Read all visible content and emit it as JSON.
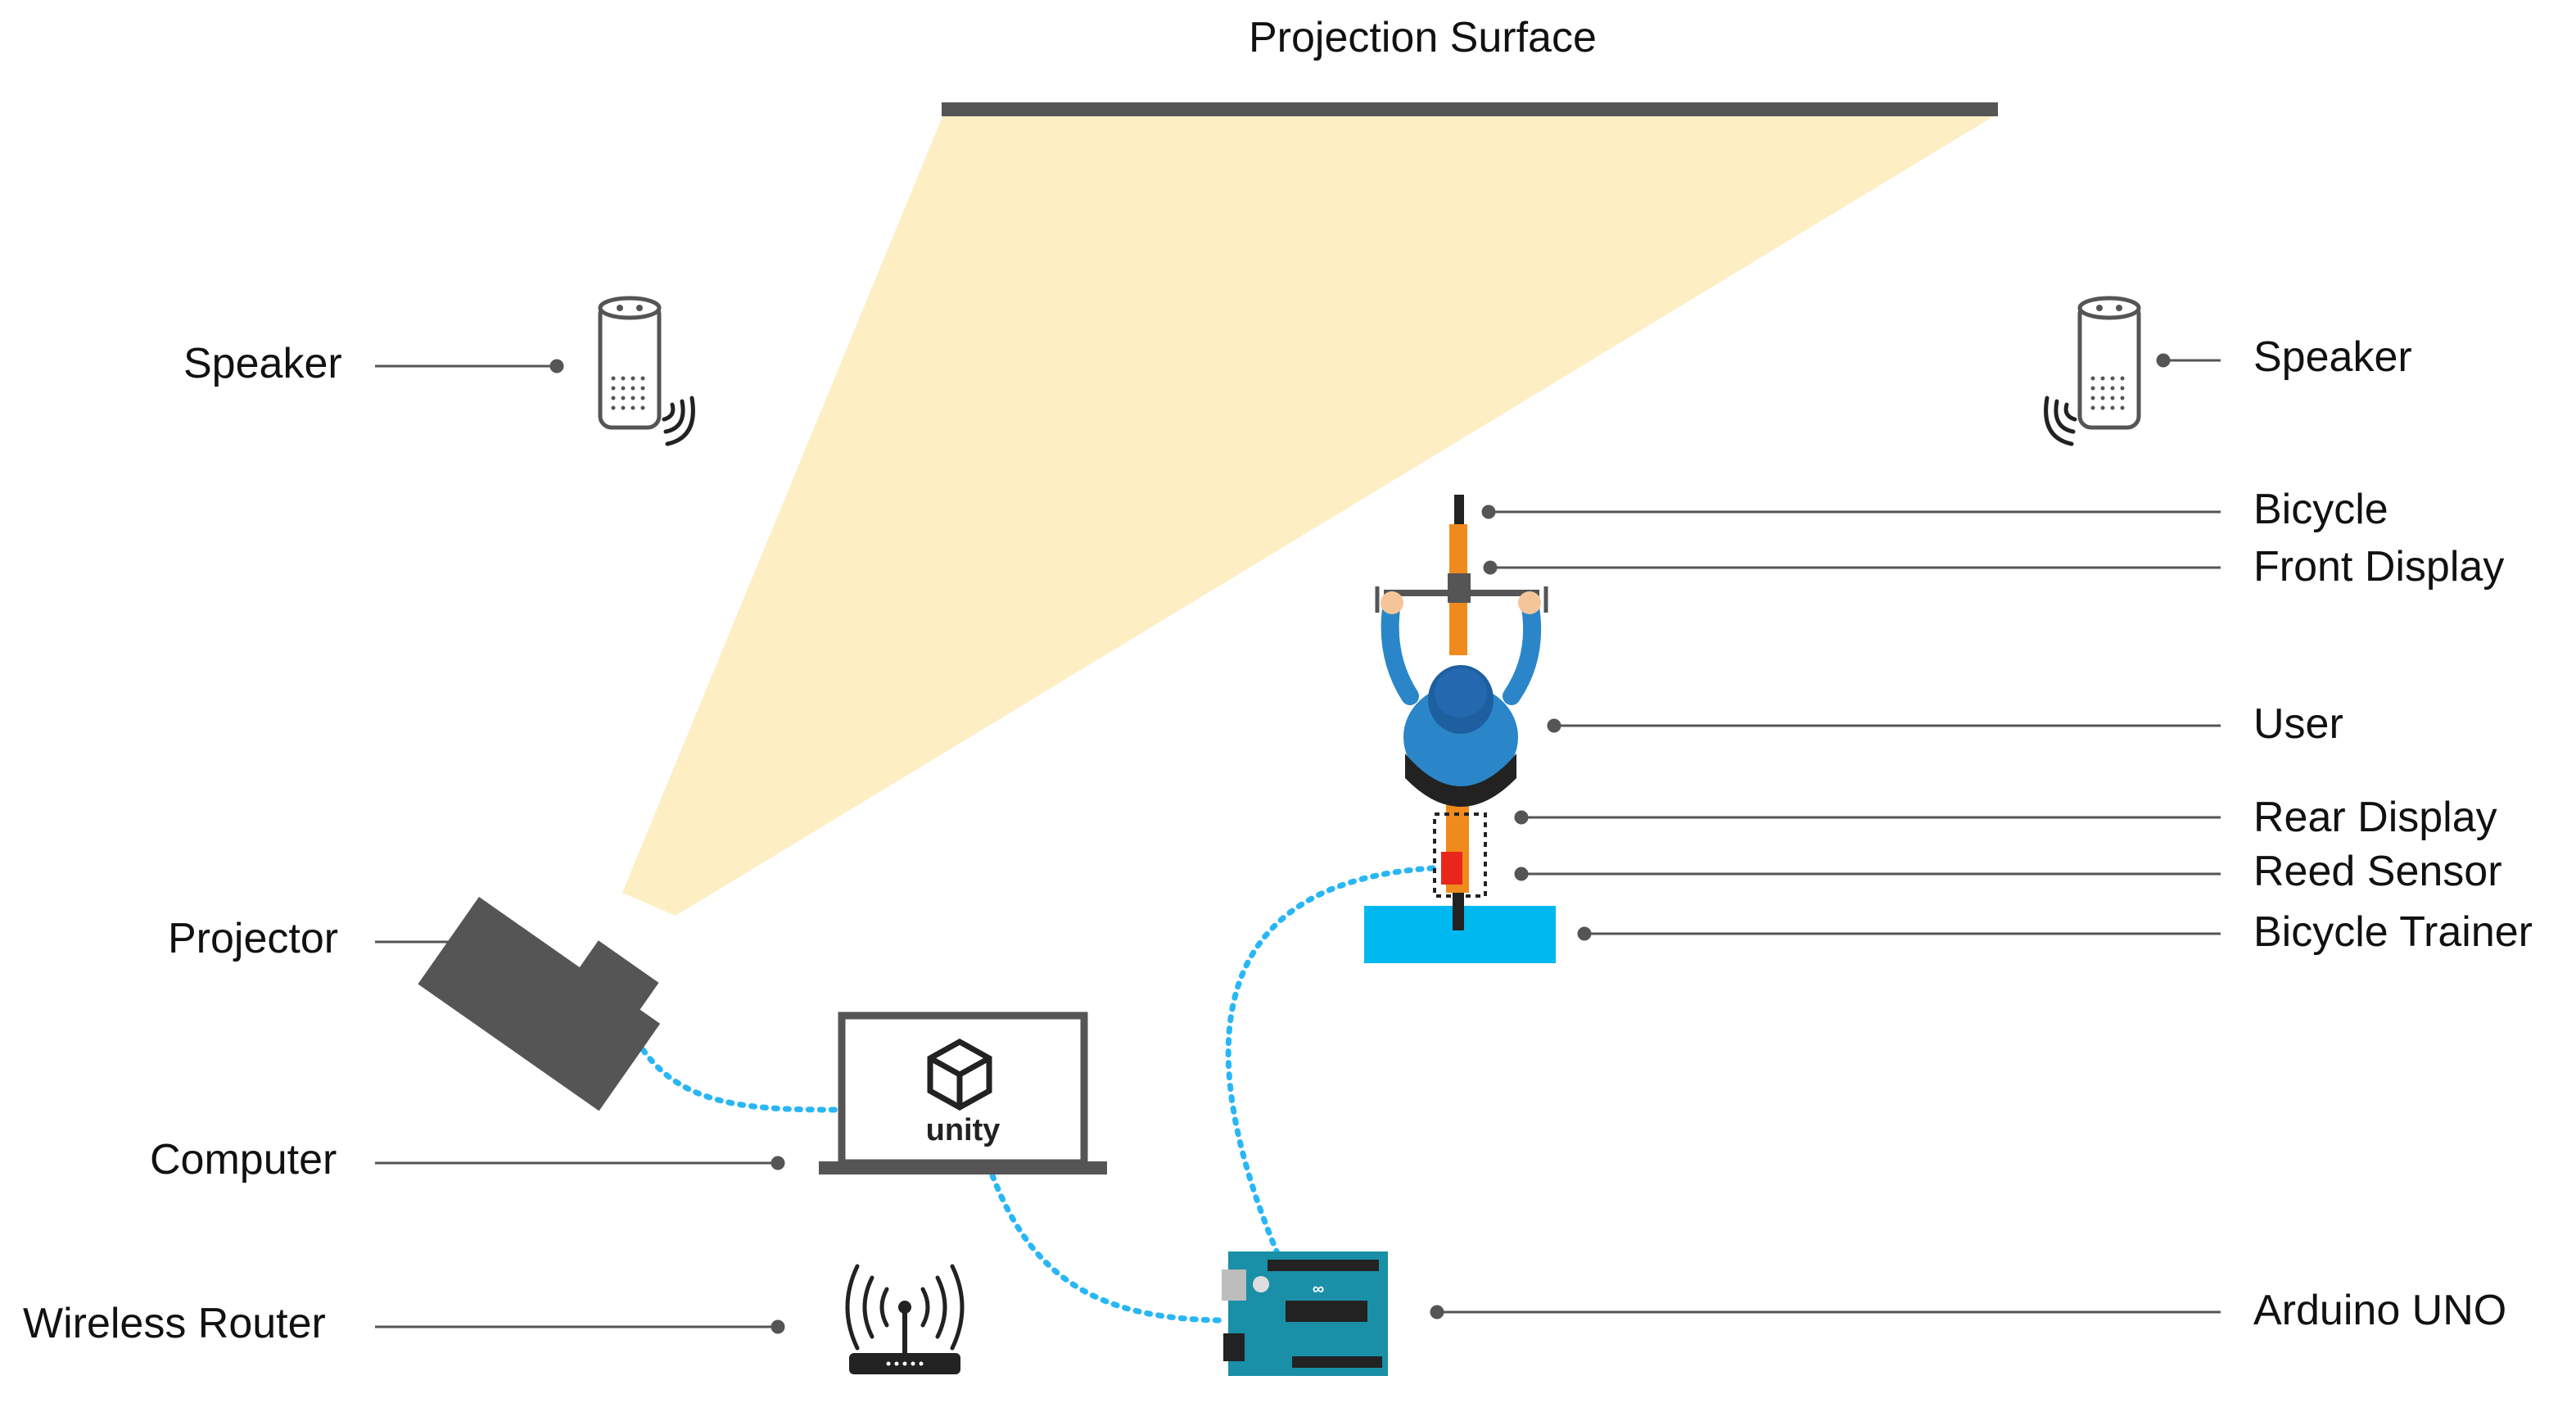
{
  "title": "Projection Surface",
  "labels": {
    "speaker_left": "Speaker",
    "speaker_right": "Speaker",
    "projector": "Projector",
    "computer": "Computer",
    "wireless_router": "Wireless Router",
    "bicycle": "Bicycle",
    "front_display": "Front Display",
    "user": "User",
    "rear_display": "Rear Display",
    "reed_sensor": "Reed Sensor",
    "bicycle_trainer": "Bicycle Trainer",
    "arduino": "Arduino UNO"
  },
  "unity_logo_text": "unity",
  "colors": {
    "projection_beam": "#fdeec4",
    "device_gray": "#555555",
    "cable_blue": "#29b6f6",
    "trainer_blue": "#00b8f0",
    "bicycle_orange": "#f08a1c",
    "user_blue": "#2a86c8",
    "arduino_teal": "#1a8fa8"
  }
}
